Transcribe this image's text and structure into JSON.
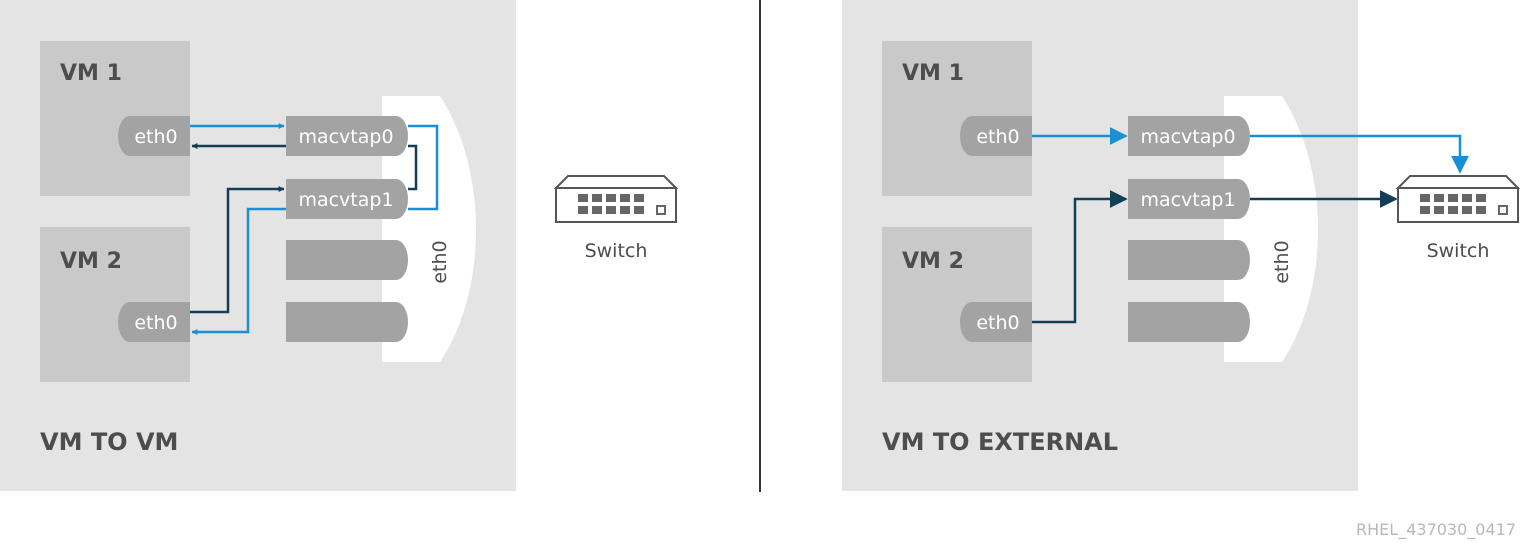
{
  "left_panel": {
    "title": "VM TO VM",
    "vm1_label": "VM 1",
    "vm2_label": "VM 2",
    "vm1_nic": "eth0",
    "vm2_nic": "eth0",
    "tap0": "macvtap0",
    "tap1": "macvtap1",
    "host_nic": "eth0"
  },
  "right_panel": {
    "title": "VM TO EXTERNAL",
    "vm1_label": "VM 1",
    "vm2_label": "VM 2",
    "vm1_nic": "eth0",
    "vm2_nic": "eth0",
    "tap0": "macvtap0",
    "tap1": "macvtap1",
    "host_nic": "eth0"
  },
  "switch_left_label": "Switch",
  "switch_right_label": "Switch",
  "footer_id": "RHEL_437030_0417",
  "colors": {
    "blue_arrow": "#1a8fd1",
    "navy_arrow": "#123f55"
  }
}
